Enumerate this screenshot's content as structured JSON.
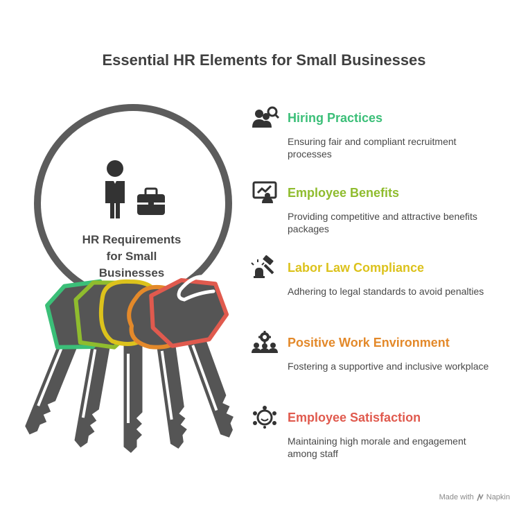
{
  "title": "Essential HR Elements for Small Businesses",
  "center_label": {
    "line1": "HR Requirements",
    "line2": "for Small",
    "line3": "Businesses"
  },
  "colors": {
    "hiring": "#3bbf78",
    "benefits": "#8fbc2e",
    "compliance": "#dcc21c",
    "environment": "#e3892a",
    "satisfaction": "#e05a4e",
    "key_gray": "#555555",
    "text": "#484848"
  },
  "items": [
    {
      "icon": "people-search-icon",
      "heading": "Hiring Practices",
      "description": "Ensuring fair and compliant recruitment processes",
      "color": "#3bbf78"
    },
    {
      "icon": "presentation-screen-icon",
      "heading": "Employee Benefits",
      "description": "Providing competitive and attractive benefits packages",
      "color": "#8fbc2e"
    },
    {
      "icon": "gavel-icon",
      "heading": "Labor Law Compliance",
      "description": "Adhering to legal standards to avoid penalties",
      "color": "#dcc21c"
    },
    {
      "icon": "team-gear-icon",
      "heading": "Positive Work Environment",
      "description": "Fostering a supportive and inclusive workplace",
      "color": "#e3892a"
    },
    {
      "icon": "group-smile-icon",
      "heading": "Employee Satisfaction",
      "description": "Maintaining high morale and engagement among staff",
      "color": "#e05a4e"
    }
  ],
  "footer": {
    "made_with": "Made with",
    "brand": "Napkin"
  }
}
